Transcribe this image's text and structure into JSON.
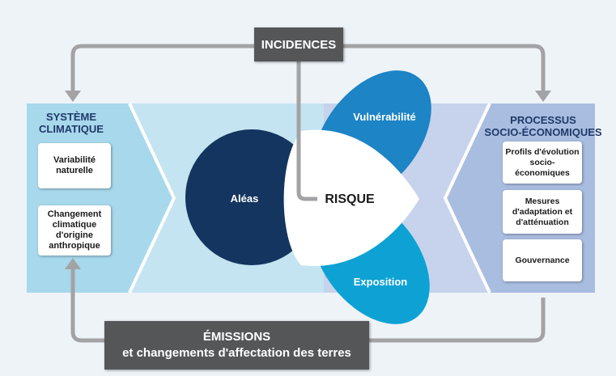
{
  "top_label": "INCIDENCES",
  "bottom_label": {
    "line1": "ÉMISSIONS",
    "line2": "et changements d'affectation des terres"
  },
  "center_label": "RISQUE",
  "petals": {
    "hazards": "Aléas",
    "vulnerability": "Vulnérabilité",
    "exposure": "Exposition"
  },
  "left_panel": {
    "title": [
      "SYSTÈME",
      "CLIMATIQUE"
    ],
    "boxes": [
      [
        "Variabilité",
        "naturelle"
      ],
      [
        "Changement",
        "climatique",
        "d'origine",
        "anthropique"
      ]
    ]
  },
  "right_panel": {
    "title": [
      "PROCESSUS",
      "SOCIO-ÉCONOMIQUES"
    ],
    "boxes": [
      [
        "Profils d'évolution",
        "socio-économiques"
      ],
      [
        "Mesures",
        "d'adaptation et",
        "d'atténuation"
      ],
      [
        "Gouvernance"
      ]
    ]
  },
  "colors": {
    "left_panel": "#a8d8ec",
    "right_panel": "#a9bde0",
    "hazards": "#13355f",
    "vulnerability": "#1d84c5",
    "exposure": "#0ea2d4",
    "arrows": "#a3a3a5",
    "label_box": "#555658",
    "title_text": "#1f3a68"
  }
}
